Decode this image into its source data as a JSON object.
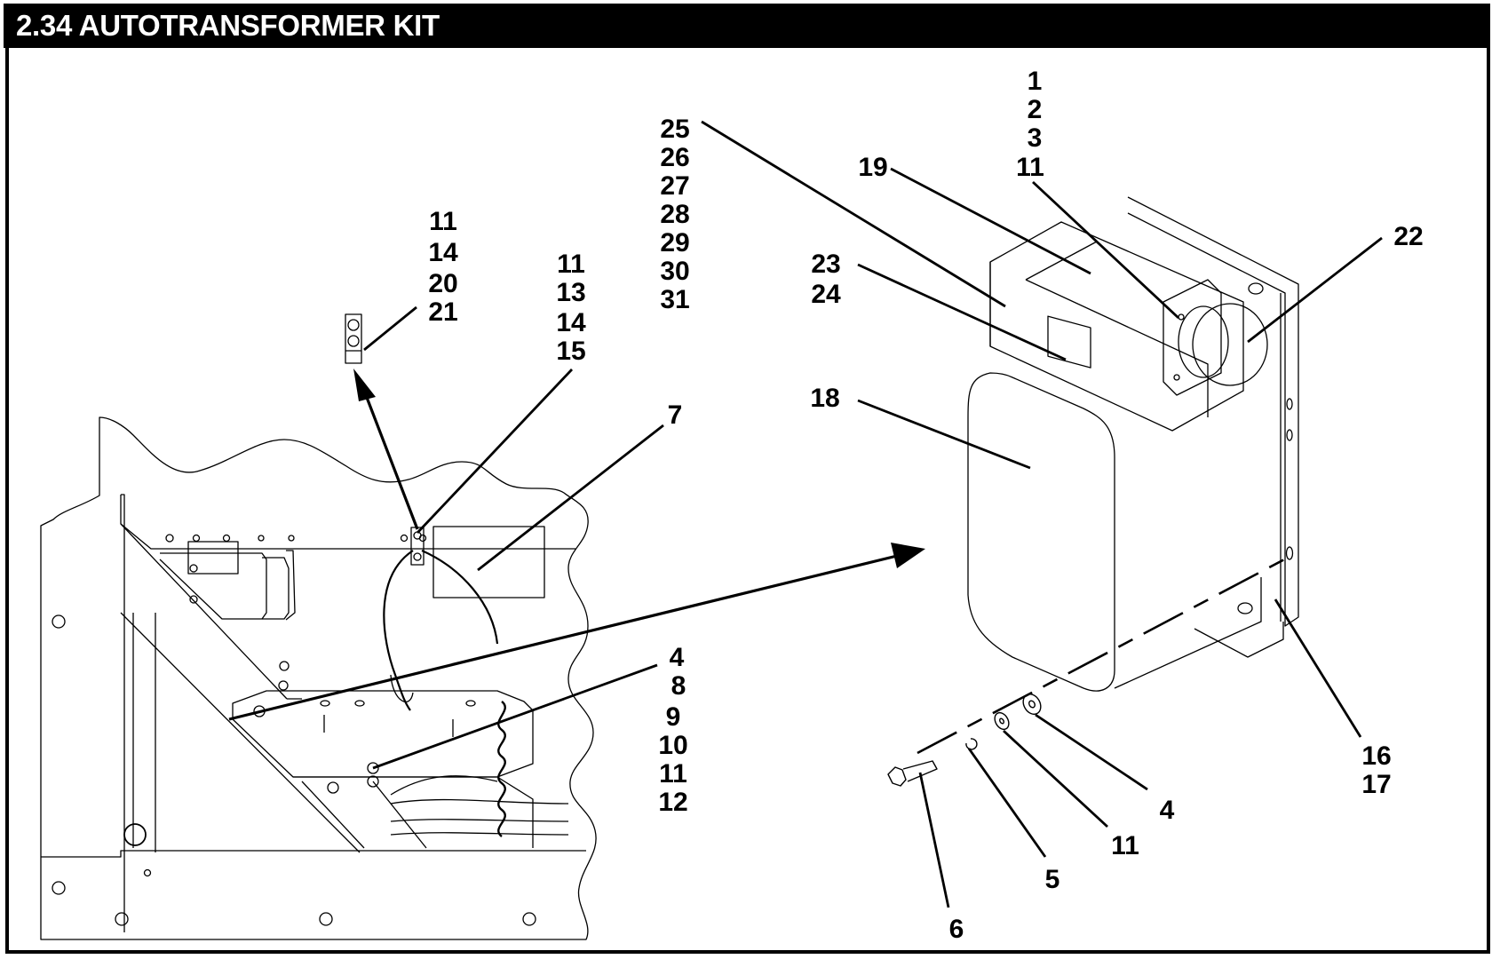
{
  "title": "2.34 AUTOTRANSFORMER KIT",
  "colors": {
    "ink": "#000000",
    "paper": "#ffffff",
    "title_bg": "#000000",
    "title_fg": "#ffffff"
  },
  "callouts": {
    "transformer_top_group": [
      "1",
      "2",
      "3",
      "11"
    ],
    "cover": [
      "19"
    ],
    "harness_group": [
      "25",
      "26",
      "27",
      "28",
      "29",
      "30",
      "31"
    ],
    "breaker_group": [
      "23",
      "24"
    ],
    "receptacle": [
      "22"
    ],
    "enclosure": [
      "18"
    ],
    "clamp_detail_group": [
      "11",
      "14",
      "20",
      "21"
    ],
    "clamp_mount_group": [
      "11",
      "13",
      "14",
      "15"
    ],
    "cable": [
      "7"
    ],
    "bracket_hardware_group": [
      "4",
      "8",
      "9",
      "10",
      "11",
      "12"
    ],
    "bracket_group": [
      "16",
      "17"
    ],
    "flat_washer": [
      "4"
    ],
    "washer": [
      "11"
    ],
    "lock_washer": [
      "5"
    ],
    "bolt": [
      "6"
    ]
  }
}
